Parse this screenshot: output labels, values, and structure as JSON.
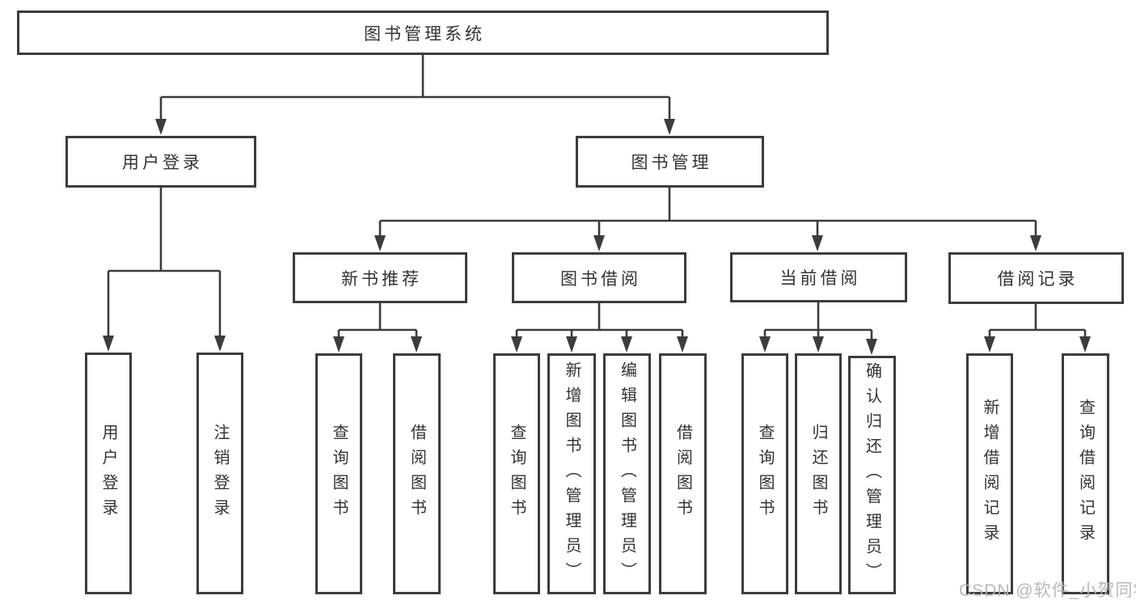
{
  "diagram": {
    "type": "tree-diagram",
    "title": "图书管理系统",
    "colors": {
      "line": "#3c3c3c",
      "box_border": "#3c3c3c",
      "text": "#333333",
      "background": "#ffffff",
      "watermark": "#b2b2b2"
    }
  },
  "nodes": {
    "root": "图书管理系统",
    "user_login": "用户登录",
    "book_mgmt": "图书管理",
    "new_book_rec": "新书推荐",
    "book_borrow": "图书借阅",
    "current_borrow": "当前借阅",
    "borrow_records": "借阅记录",
    "ul_user_login": "用户登录",
    "ul_logout": "注销登录",
    "nbr_query_book": "查询图书",
    "nbr_borrow_book": "借阅图书",
    "bb_query_book": "查询图书",
    "bb_add_book": "新增图书（管理员）",
    "bb_edit_book": "编辑图书（管理员）",
    "bb_borrow_book": "借阅图书",
    "cb_query_book": "查询图书",
    "cb_return_book": "归还图书",
    "cb_confirm_return": "确认归还（管理员）",
    "br_add_record": "新增借阅记录",
    "br_query_record": "查询借阅记录"
  },
  "hierarchy": {
    "root": "图书管理系统",
    "branches": [
      {
        "label": "用户登录",
        "children": [
          "用户登录",
          "注销登录"
        ]
      },
      {
        "label": "图书管理",
        "children": [
          {
            "label": "新书推荐",
            "children": [
              "查询图书",
              "借阅图书"
            ]
          },
          {
            "label": "图书借阅",
            "children": [
              "查询图书",
              "新增图书（管理员）",
              "编辑图书（管理员）",
              "借阅图书"
            ]
          },
          {
            "label": "当前借阅",
            "children": [
              "查询图书",
              "归还图书",
              "确认归还（管理员）"
            ]
          },
          {
            "label": "借阅记录",
            "children": [
              "新增借阅记录",
              "查询借阅记录"
            ]
          }
        ]
      }
    ]
  },
  "watermark": "CSDN @软件_小贺同学"
}
